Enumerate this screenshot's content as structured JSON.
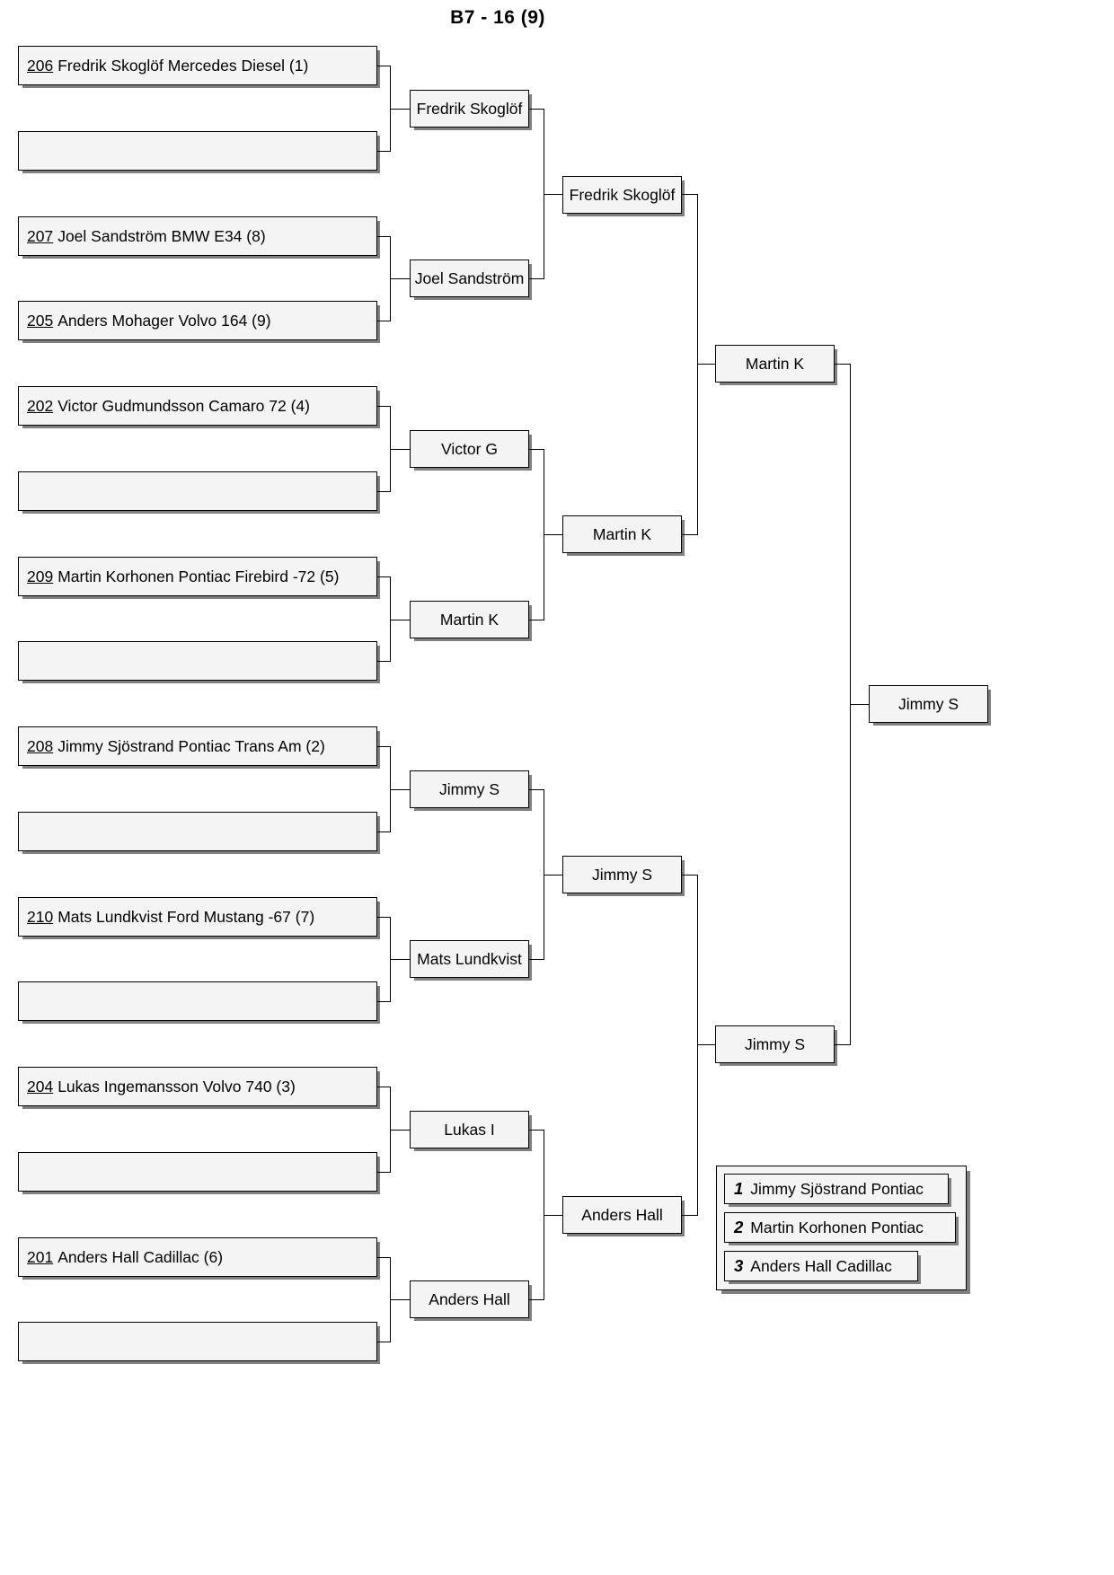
{
  "title": "B7 - 16 (9)",
  "rounds": {
    "round1": [
      {
        "number": "206",
        "text": "Fredrik Skoglöf Mercedes Diesel (1)"
      },
      {
        "number": "",
        "text": ""
      },
      {
        "number": "207",
        "text": "Joel Sandström BMW E34 (8)"
      },
      {
        "number": "205",
        "text": "Anders Mohager Volvo 164 (9)"
      },
      {
        "number": "202",
        "text": "Victor Gudmundsson Camaro 72 (4)"
      },
      {
        "number": "",
        "text": ""
      },
      {
        "number": "209",
        "text": "Martin Korhonen Pontiac Firebird -72 (5)"
      },
      {
        "number": "",
        "text": ""
      },
      {
        "number": "208",
        "text": "Jimmy Sjöstrand Pontiac Trans Am (2)"
      },
      {
        "number": "",
        "text": ""
      },
      {
        "number": "210",
        "text": "Mats Lundkvist Ford Mustang -67 (7)"
      },
      {
        "number": "",
        "text": ""
      },
      {
        "number": "204",
        "text": "Lukas Ingemansson Volvo 740 (3)"
      },
      {
        "number": "",
        "text": ""
      },
      {
        "number": "201",
        "text": "Anders Hall Cadillac (6)"
      },
      {
        "number": "",
        "text": ""
      }
    ],
    "round2": [
      {
        "label": "Fredrik Skoglöf"
      },
      {
        "label": "Joel Sandström"
      },
      {
        "label": "Victor G"
      },
      {
        "label": "Martin K"
      },
      {
        "label": "Jimmy S"
      },
      {
        "label": "Mats Lundkvist"
      },
      {
        "label": "Lukas I"
      },
      {
        "label": "Anders Hall"
      }
    ],
    "round3": [
      {
        "label": "Fredrik Skoglöf"
      },
      {
        "label": "Martin K"
      },
      {
        "label": "Jimmy S"
      },
      {
        "label": "Anders Hall"
      }
    ],
    "round4": [
      {
        "label": "Martin K"
      },
      {
        "label": "Jimmy S"
      }
    ],
    "final": [
      {
        "label": "Jimmy S"
      }
    ]
  },
  "podium": [
    {
      "place": "1",
      "name": "Jimmy Sjöstrand Pontiac"
    },
    {
      "place": "2",
      "name": "Martin Korhonen Pontiac"
    },
    {
      "place": "3",
      "name": "Anders Hall Cadillac"
    }
  ]
}
